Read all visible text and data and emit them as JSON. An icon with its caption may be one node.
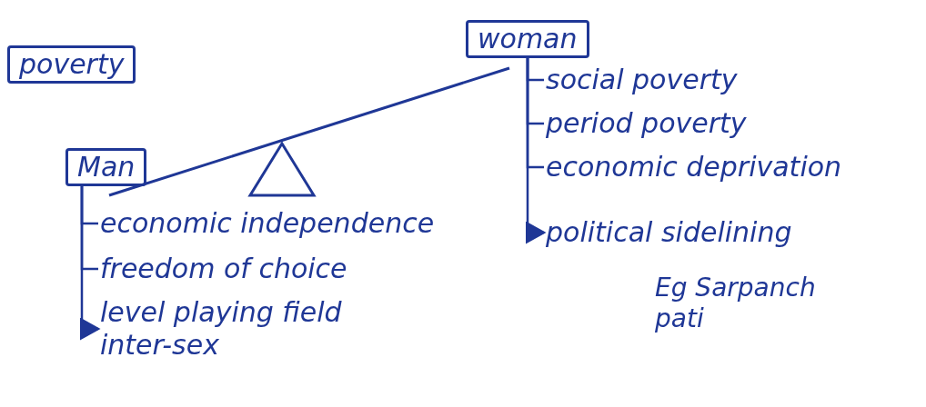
{
  "diagram": {
    "nodes": [
      {
        "text": [
          "poverty"
        ]
      },
      {
        "text": [
          "woman"
        ]
      },
      {
        "text": [
          "social poverty"
        ]
      },
      {
        "text": [
          "period poverty"
        ]
      },
      {
        "text": [
          "economic deprivation"
        ]
      },
      {
        "text": [
          "political sidelining"
        ]
      },
      {
        "text": [
          "Man"
        ]
      },
      {
        "text": [
          "economic independence"
        ]
      },
      {
        "text": [
          "freedom of choice"
        ]
      },
      {
        "text": [
          "level playing field inter-sex"
        ]
      }
    ],
    "edges": [
      {
        "from": 1,
        "to": 2,
        "arrow": "none"
      },
      {
        "from": 1,
        "to": 3,
        "arrow": "none"
      },
      {
        "from": 1,
        "to": 4,
        "arrow": "none"
      },
      {
        "from": 1,
        "to": 5,
        "arrow": "to"
      },
      {
        "from": 6,
        "to": 7,
        "arrow": "none"
      },
      {
        "from": 6,
        "to": 8,
        "arrow": "none"
      },
      {
        "from": 6,
        "to": 9,
        "arrow": "to"
      }
    ],
    "labels": [
      "Eg Sarpanch pati"
    ]
  }
}
